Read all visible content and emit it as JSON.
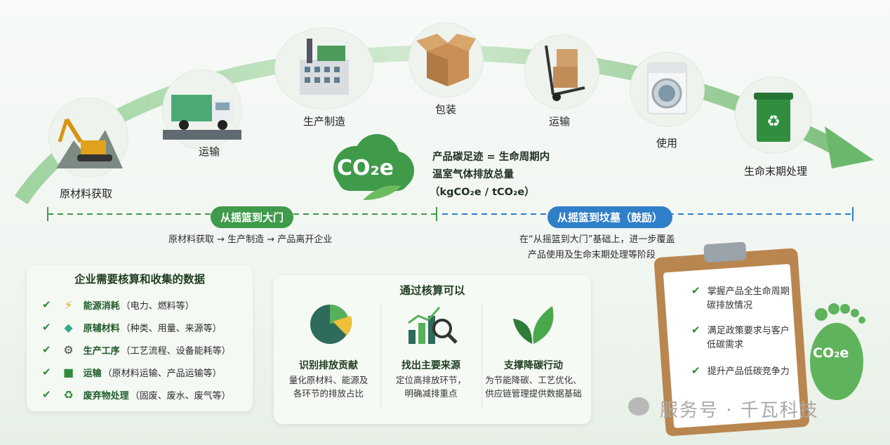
{
  "lifecycle": {
    "stages": [
      "原材料获取",
      "运输",
      "生产制造",
      "包装",
      "运输",
      "使用",
      "生命末期处理"
    ]
  },
  "definition": {
    "co2e": "CO₂e",
    "line1": "产品碳足迹 = 生命周期内",
    "line2": "温室气体排放总量",
    "line3": "（kgCO₂e / tCO₂e）"
  },
  "scope": {
    "gate_label": "从摇篮到大门",
    "gate_desc": "原材料获取 → 生产制造 → 产品离开企业",
    "grave_label": "从摇篮到坟墓（鼓励）",
    "grave_desc_1": "在“从摇篮到大门”基础上，进一步覆盖",
    "grave_desc_2": "产品使用及生命末期处理等阶段"
  },
  "data_panel": {
    "title": "企业需要核算和收集的数据",
    "items": [
      {
        "name": "能源消耗",
        "detail": "（电力、燃料等）",
        "icon": "lightning-icon"
      },
      {
        "name": "原辅材料",
        "detail": "（种类、用量、来源等）",
        "icon": "cube-icon"
      },
      {
        "name": "生产工序",
        "detail": "（工艺流程、设备能耗等）",
        "icon": "gears-icon"
      },
      {
        "name": "运输",
        "detail": "（原材料运输、产品运输等）",
        "icon": "truck-icon"
      },
      {
        "name": "废弃物处理",
        "detail": "（固废、废水、废气等）",
        "icon": "recycle-icon"
      }
    ]
  },
  "benefits": {
    "title": "通过核算可以",
    "items": [
      {
        "title": "识别排放贡献",
        "desc1": "量化原材料、能源及",
        "desc2": "各环节的排放占比"
      },
      {
        "title": "找出主要来源",
        "desc1": "定位高排放环节，",
        "desc2": "明确减排重点"
      },
      {
        "title": "支撑降碳行动",
        "desc1": "为节能降碳、工艺优化、",
        "desc2": "供应链管理提供数据基础"
      }
    ]
  },
  "clipboard": {
    "items": [
      {
        "l1": "掌握产品全生命周期",
        "l2": "碳排放情况"
      },
      {
        "l1": "满足政策要求与客户",
        "l2": "低碳需求"
      },
      {
        "l1": "提升产品低碳竞争力",
        "l2": ""
      }
    ],
    "footprint_label": "CO₂e"
  },
  "watermark": "服务号 · 千瓦科技",
  "colors": {
    "green": "#3f9a4a",
    "blue": "#2f7fc9",
    "dark_green": "#2e6b35"
  }
}
